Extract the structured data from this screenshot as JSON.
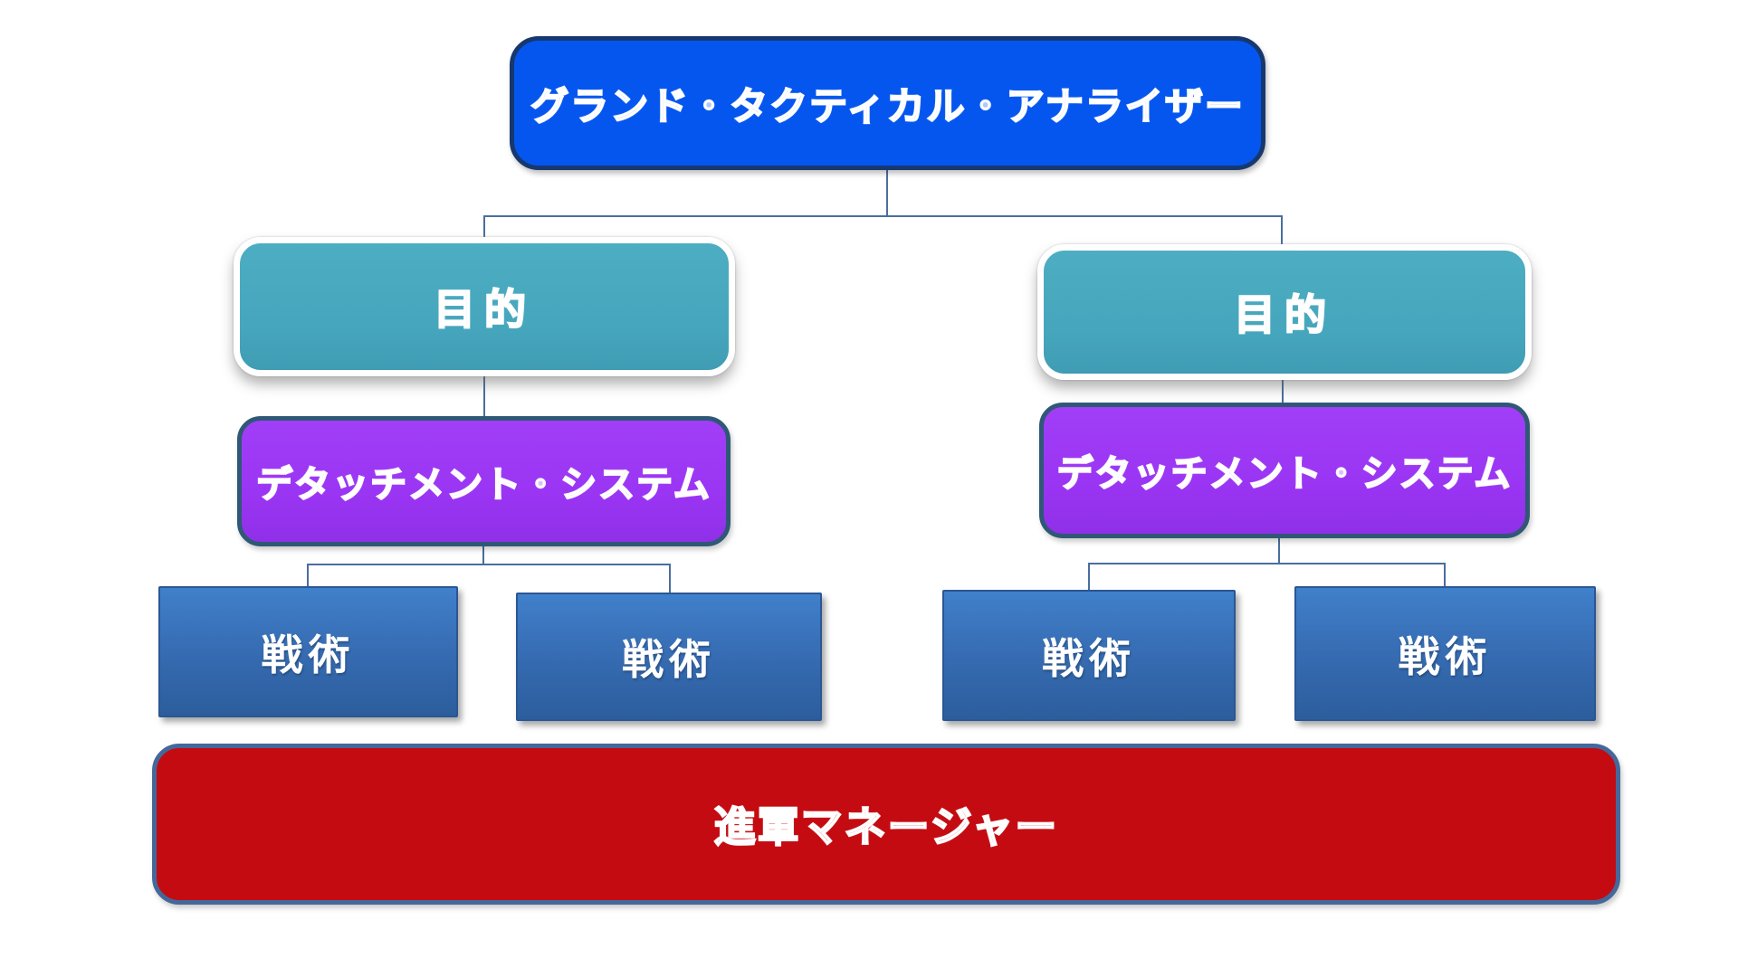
{
  "diagram": {
    "root": {
      "label": "グランド・タクティカル・アナライザー",
      "fill": "#0556ef",
      "border": "#17386e"
    },
    "left_branch": {
      "objective": {
        "label": "目的",
        "fill": "#47a8be",
        "border": "#ffffff"
      },
      "detachment": {
        "label": "デタッチメント・システム",
        "fill": "#9a35f3",
        "border": "#2f5876"
      },
      "tactics": [
        {
          "label": "戦術"
        },
        {
          "label": "戦術"
        }
      ]
    },
    "right_branch": {
      "objective": {
        "label": "目的",
        "fill": "#47a8be",
        "border": "#ffffff"
      },
      "detachment": {
        "label": "デタッチメント・システム",
        "fill": "#9a35f3",
        "border": "#2f5876"
      },
      "tactics": [
        {
          "label": "戦術"
        },
        {
          "label": "戦術"
        }
      ]
    },
    "manager": {
      "label": "進軍マネージャー",
      "fill": "#c40b11",
      "border": "#44689a"
    },
    "tactic_fill": "#35699f",
    "connector_color": "#4a6e9e",
    "background": "#ffffff",
    "text_color": "#ffffff"
  }
}
